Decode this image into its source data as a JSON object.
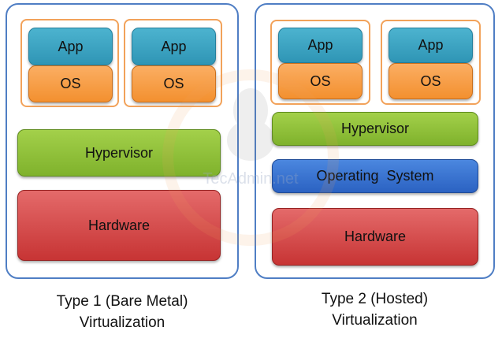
{
  "type1": {
    "vm1": {
      "app": "App",
      "os": "OS"
    },
    "vm2": {
      "app": "App",
      "os": "OS"
    },
    "hypervisor": "Hypervisor",
    "hardware": "Hardware",
    "caption_line1": "Type 1 (Bare Metal)",
    "caption_line2": "Virtualization"
  },
  "type2": {
    "vm1": {
      "app": "App",
      "os": "OS"
    },
    "vm2": {
      "app": "App",
      "os": "OS"
    },
    "hypervisor": "Hypervisor",
    "host_os": "Operating  System",
    "hardware": "Hardware",
    "caption_line1": "Type 2 (Hosted)",
    "caption_line2": "Virtualization"
  },
  "watermark": {
    "brand": "TecAdmin.net"
  },
  "colors": {
    "panel_border": "#4f7ec4",
    "vm_border": "#f2a25a",
    "app": "#3aa3c4",
    "os": "#f7a048",
    "hypervisor": "#93c33b",
    "operating_system": "#3a75d2",
    "hardware": "#d94c4c"
  }
}
